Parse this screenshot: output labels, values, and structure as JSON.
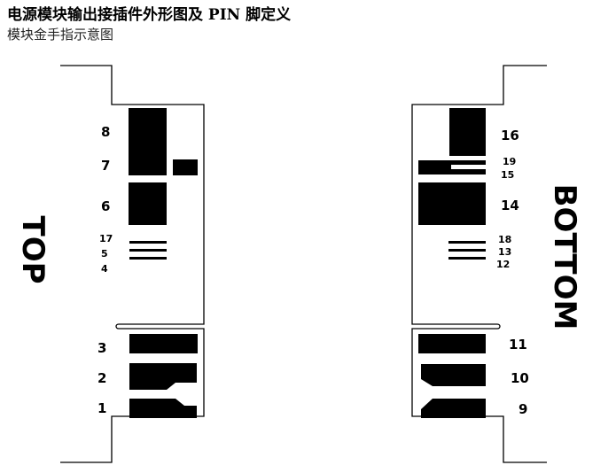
{
  "title": "电源模块输出接插件外形图及 PIN 脚定义",
  "subtitle": "模块金手指示意图",
  "top_side": {
    "label": "TOP",
    "pins": [
      "8",
      "7",
      "6",
      "17",
      "5",
      "4",
      "3",
      "2",
      "1"
    ]
  },
  "bottom_side": {
    "label": "BOTTOM",
    "pins": [
      "16",
      "19",
      "15",
      "14",
      "18",
      "13",
      "12",
      "11",
      "10",
      "9"
    ]
  }
}
